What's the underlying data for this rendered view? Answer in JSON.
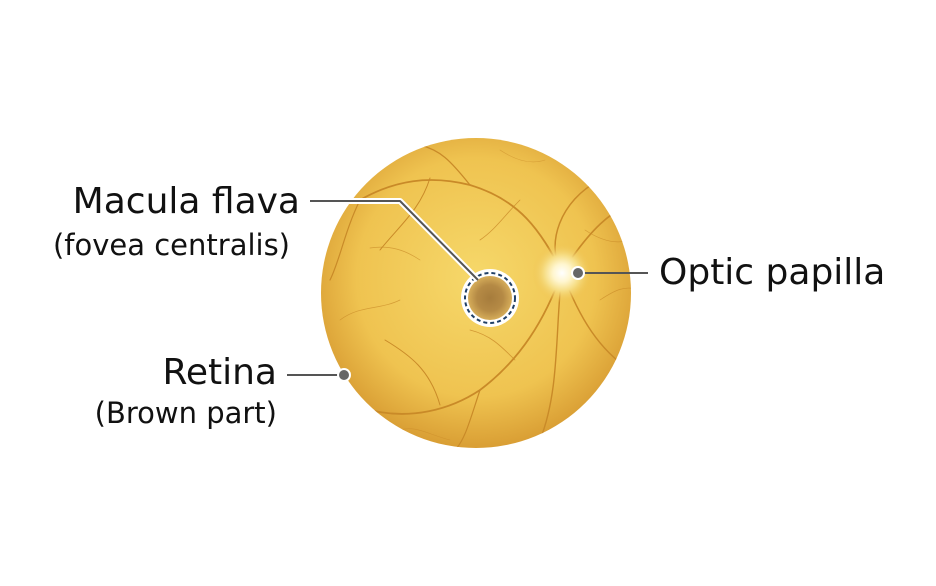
{
  "labels": {
    "macula_title": "Macula flava",
    "macula_sub": "(fovea centralis)",
    "retina_title": "Retina",
    "retina_sub": "(Brown part)",
    "optic_title": "Optic papilla"
  },
  "colors": {
    "fundus_center": "#f3cf5c",
    "fundus_edge": "#d9a036",
    "vessel": "#c98a28",
    "macula": "#a67c3c",
    "macula_ring": "#1f3f66",
    "papilla_glow": "#fffbe6",
    "leader_line": "#555555",
    "dot": "#666666",
    "text": "#111111"
  },
  "icons": {
    "fundus": "retina-fundus-illustration",
    "macula": "macula-spot",
    "papilla": "optic-disc-glow"
  }
}
